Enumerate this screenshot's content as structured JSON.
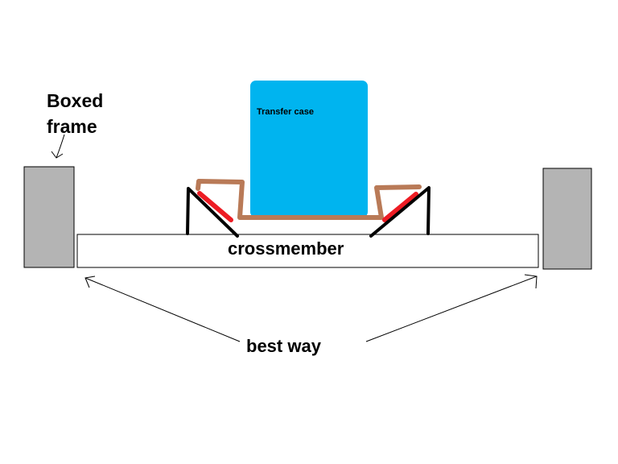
{
  "labels": {
    "boxed_frame_line1": "Boxed",
    "boxed_frame_line2": "frame",
    "transfer_case": "Transfer case",
    "crossmember": "crossmember",
    "best_way": "best way"
  },
  "colors": {
    "frame_fill": "#b4b4b4",
    "transfer_case_fill": "#00b4ef",
    "mount_bracket": "#b97a57",
    "rubber_pad": "#ed1c24",
    "outline": "#000000",
    "background": "#ffffff"
  }
}
